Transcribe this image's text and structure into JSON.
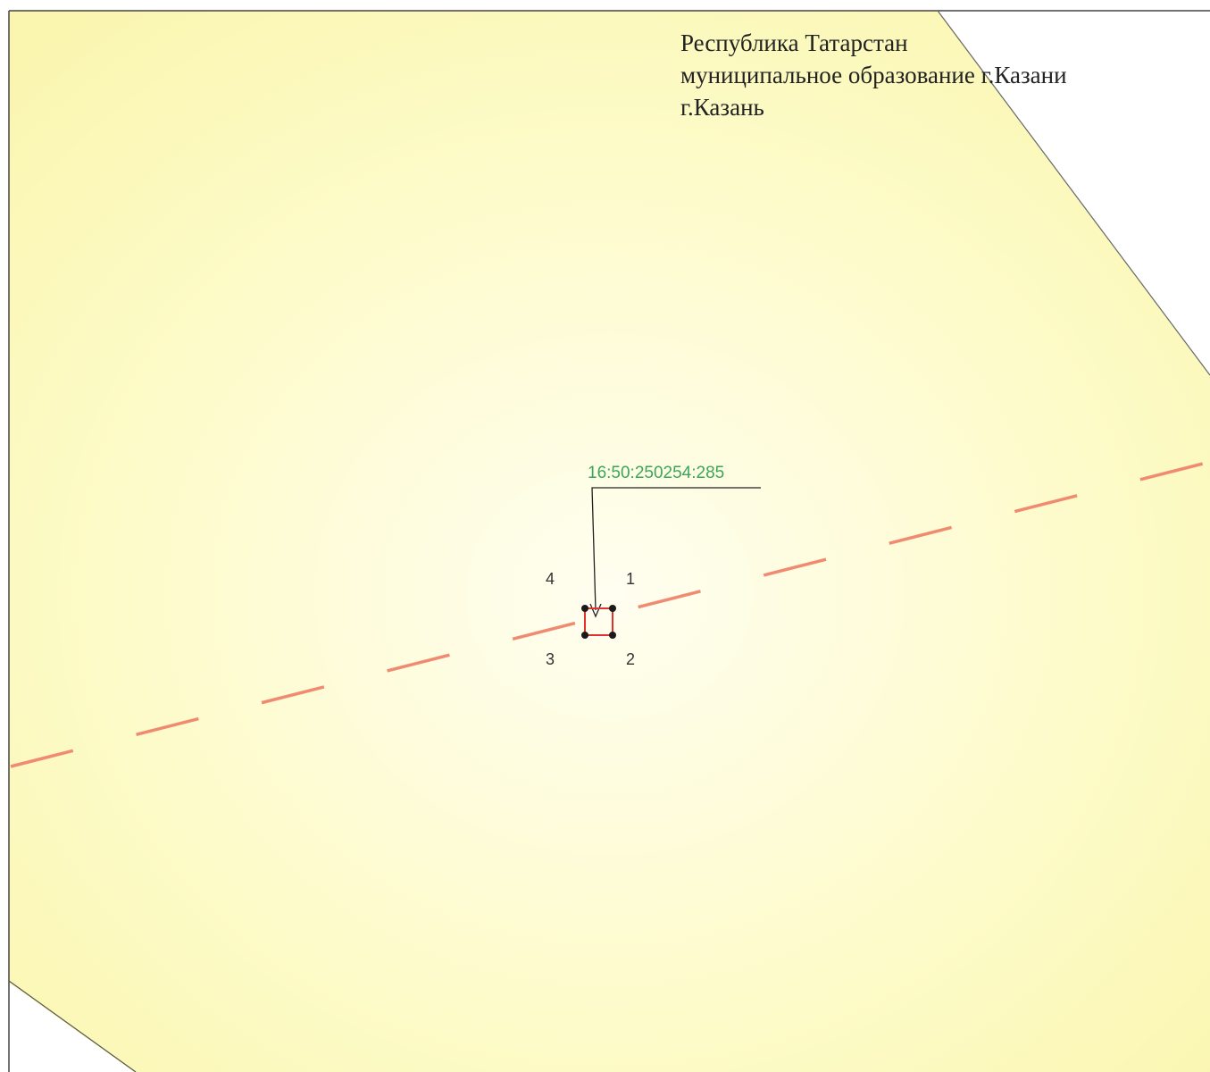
{
  "region": {
    "line1": "Республика Татарстан",
    "line2": "муниципальное образование г.Казани",
    "line3": "г.Казань"
  },
  "parcel": {
    "cadastral_number": "16:50:250254:285",
    "points": [
      "1",
      "2",
      "3",
      "4"
    ]
  },
  "colors": {
    "land": "#fdfbc4",
    "outside": "#ffffff",
    "boundary_dash": "#f08a70",
    "parcel_outline": "#e03030",
    "label_green": "#3ba65a",
    "vertex": "#1a1a1a"
  }
}
